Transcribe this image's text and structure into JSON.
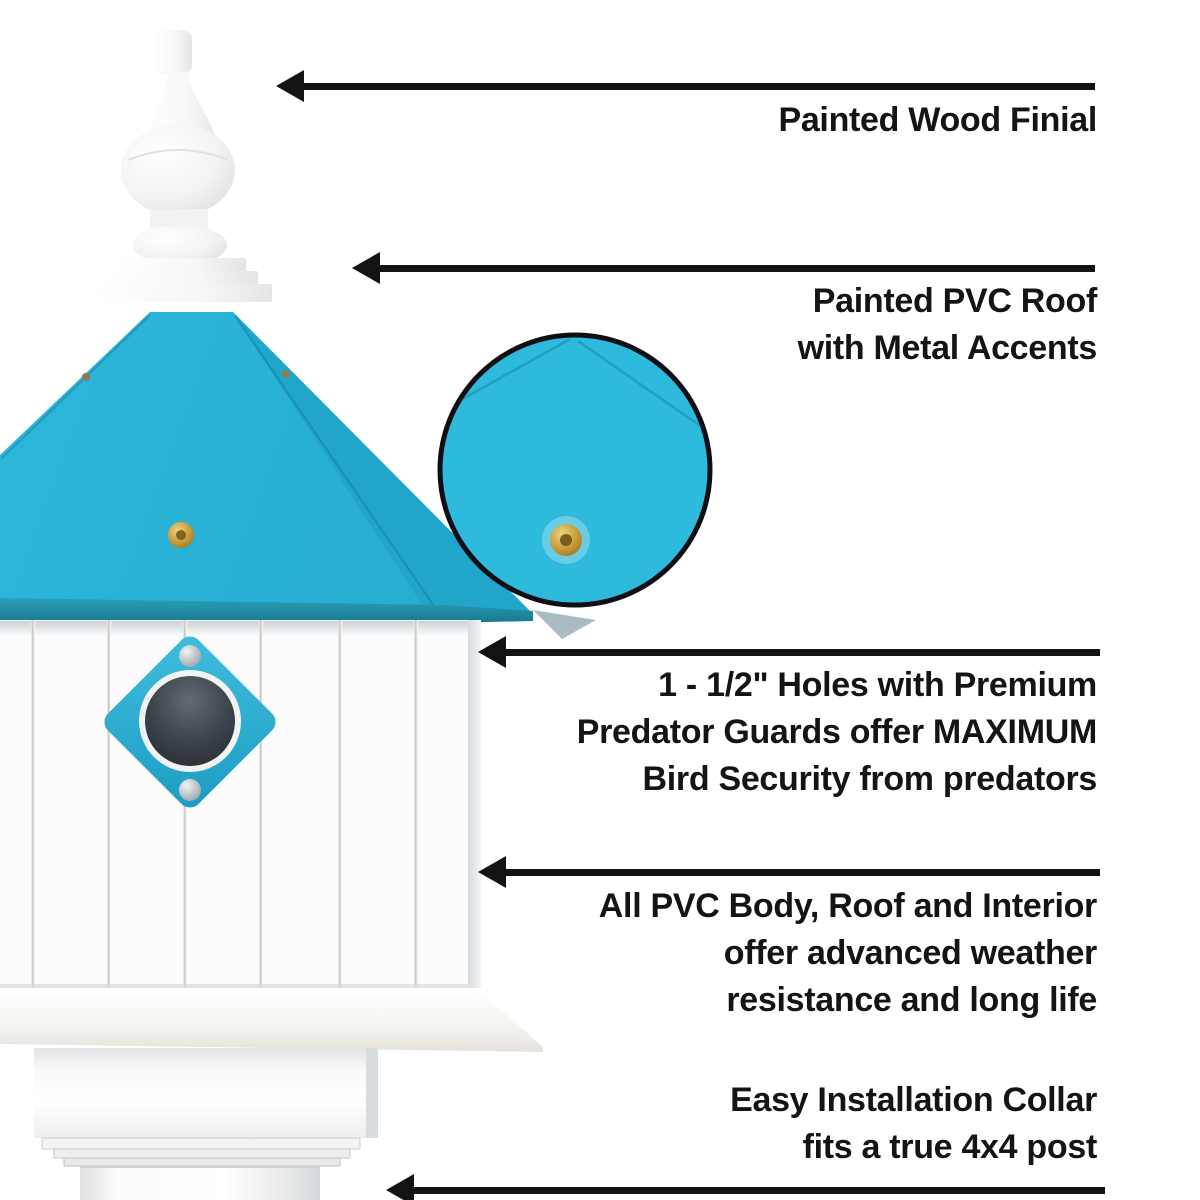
{
  "figure": {
    "type": "product-feature-infographic",
    "subject": "Painted PVC birdhouse on a post, white body with turquoise roof and finial callouts",
    "colors": {
      "background": "#ffffff",
      "roof_turquoise": "#2ab5d8",
      "roof_side": "#21a6ca",
      "eave_edge": "#1d849d",
      "predator_guard": "#2aaed3",
      "brass_screw": "#c29434",
      "silver_screw": "#aab2b8",
      "body_white": "#fcfcfc",
      "arrow_black": "#131313",
      "text_black": "#141414"
    },
    "callouts": [
      {
        "id": "finial",
        "label_lines": [
          "Painted Wood Finial"
        ]
      },
      {
        "id": "roof",
        "label_lines": [
          "Painted PVC Roof",
          "with Metal Accents"
        ]
      },
      {
        "id": "entrance-holes",
        "label_lines": [
          "1 - 1/2\" Holes with Premium",
          "Predator Guards offer MAXIMUM",
          "Bird Security from predators"
        ]
      },
      {
        "id": "body",
        "label_lines": [
          "All PVC Body, Roof and Interior",
          "offer advanced weather",
          "resistance and long life"
        ]
      },
      {
        "id": "collar",
        "label_lines": [
          "Easy Installation Collar",
          "fits a true 4x4 post"
        ]
      }
    ]
  }
}
